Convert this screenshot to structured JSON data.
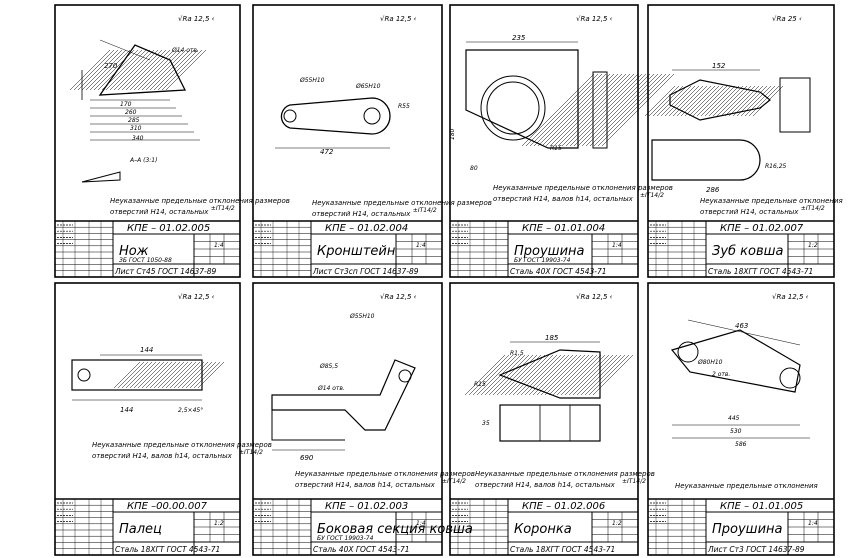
{
  "note_text": "Неуказанные предельные отклонения размеров",
  "note_text_short": "Неуказанные предельные отклонения",
  "tolerance_text": "отверстий H14, валов h14, остальных",
  "tolerance_text_short": "отверстий H14, остальных",
  "tolerance_suffix": "±IT14/2",
  "sheets": [
    {
      "code": "КПЕ – 01.02.005",
      "name": "Нож",
      "material_top": "ЗБ ГОСТ 1050-88",
      "material": "Лист Ст45 ГОСТ 14637-89",
      "scale": "1:4",
      "roughness": "Ra 12,5",
      "dims": [
        "270",
        "Ø14 отв.",
        "170",
        "260",
        "285",
        "310",
        "340",
        "A–A (3:1)"
      ]
    },
    {
      "code": "КПЕ – 01.02.004",
      "name": "Кронштейн",
      "material_top": "",
      "material": "Лист Ст3сп ГОСТ 14637-89",
      "scale": "1:4",
      "roughness": "Ra 12,5",
      "dims": [
        "Ø55H10",
        "Ø65H10",
        "R55",
        "472"
      ]
    },
    {
      "code": "КПЕ – 01.01.004",
      "name": "Проушина",
      "material_top": "БУ ГОСТ 19903-74",
      "material": "Сталь 40Х ГОСТ 4543-71",
      "scale": "1:4",
      "roughness": "Ra 12,5",
      "dims": [
        "235",
        "180",
        "80",
        "R15"
      ]
    },
    {
      "code": "КПЕ – 01.02.007",
      "name": "Зуб ковша",
      "material_top": "",
      "material": "Сталь 18ХГТ ГОСТ 4543-71",
      "scale": "1:2",
      "roughness": "Ra 25",
      "dims": [
        "152",
        "286",
        "R16,25"
      ]
    },
    {
      "code": "КПЕ –00.00.007",
      "name": "Палец",
      "material_top": "",
      "material": "Сталь 18ХГТ ГОСТ 4543-71",
      "scale": "1:2",
      "roughness": "Ra 12,5",
      "dims": [
        "144",
        "144",
        "2,5×45°"
      ]
    },
    {
      "code": "КПЕ – 01.02.003",
      "name": "Боковая секция ковша",
      "material_top": "БУ ГОСТ 19903-74",
      "material": "Сталь 40Х ГОСТ 4543-71",
      "scale": "1:4",
      "roughness": "Ra 12,5",
      "dims": [
        "Ø55H10",
        "Ø85,5",
        "Ø14 отв.",
        "690"
      ]
    },
    {
      "code": "КПЕ – 01.02.006",
      "name": "Коронка",
      "material_top": "",
      "material": "Сталь 18ХГТ ГОСТ 4543-71",
      "scale": "1:2",
      "roughness": "Ra 12,5",
      "dims": [
        "185",
        "R1,5",
        "R15",
        "35"
      ]
    },
    {
      "code": "КПЕ – 01.01.005",
      "name": "Проушина",
      "material_top": "",
      "material": "Лист Ст3 ГОСТ 14637-89",
      "scale": "1:4",
      "roughness": "Ra 12,5",
      "dims": [
        "463",
        "Ø80H10",
        "2 отв.",
        "445",
        "530",
        "586"
      ]
    }
  ]
}
